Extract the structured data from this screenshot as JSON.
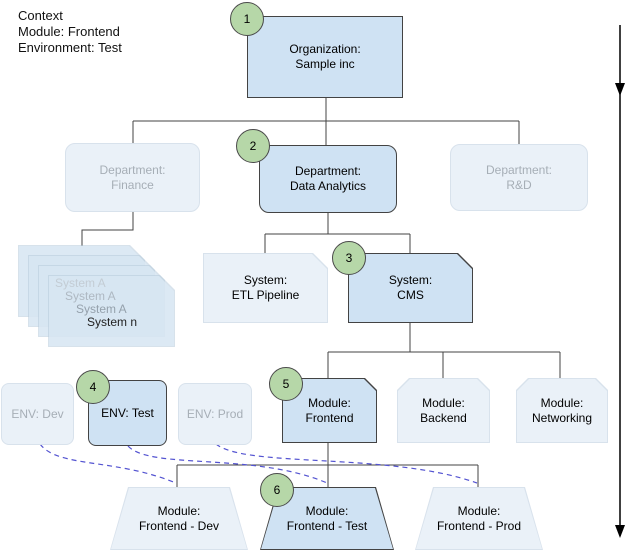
{
  "context": {
    "line1": "Context",
    "line2": "Module: Frontend",
    "line3": "Environment: Test"
  },
  "organization": {
    "l1": "Organization:",
    "l2": "Sample inc",
    "step": "1"
  },
  "departments": {
    "finance": {
      "l1": "Department:",
      "l2": "Finance"
    },
    "data_analytics": {
      "l1": "Department:",
      "l2": "Data Analytics",
      "step": "2"
    },
    "rnd": {
      "l1": "Department:",
      "l2": "R&D"
    }
  },
  "system_stack": {
    "items": [
      "System A",
      "System A",
      "System A",
      "System n"
    ]
  },
  "systems": {
    "etl": {
      "l1": "System:",
      "l2": "ETL Pipeline"
    },
    "cms": {
      "l1": "System:",
      "l2": "CMS",
      "step": "3"
    }
  },
  "environments": {
    "dev": {
      "label": "ENV: Dev"
    },
    "test": {
      "label": "ENV: Test",
      "step": "4"
    },
    "prod": {
      "label": "ENV: Prod"
    }
  },
  "modules": {
    "frontend": {
      "l1": "Module:",
      "l2": "Frontend",
      "step": "5"
    },
    "backend": {
      "l1": "Module:",
      "l2": "Backend"
    },
    "networking": {
      "l1": "Module:",
      "l2": "Networking"
    }
  },
  "deployments": {
    "dev": {
      "l1": "Module:",
      "l2": "Frontend - Dev"
    },
    "test": {
      "l1": "Module:",
      "l2": "Frontend - Test",
      "step": "6"
    },
    "prod": {
      "l1": "Module:",
      "l2": "Frontend - Prod"
    }
  },
  "colors": {
    "highlight_fill": "#cfe2f3",
    "highlight_border": "#434343",
    "faded_fill": "#eaf1f8",
    "faded_border": "#d8e2ec",
    "faded_text": "#a6aeb6",
    "step_badge_fill": "#b6d7a8",
    "dashed_link": "#5353d1",
    "connector": "#434343",
    "arrow": "#000000"
  }
}
